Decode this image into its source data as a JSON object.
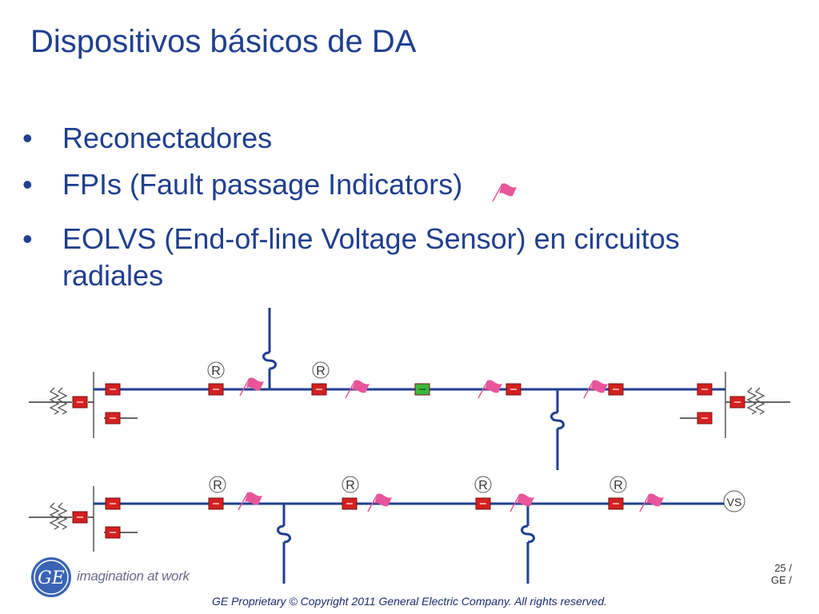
{
  "slide": {
    "title": "Dispositivos básicos de DA",
    "bullets": [
      {
        "marker": "•",
        "text": "Reconectadores"
      },
      {
        "marker": "•",
        "text": "FPIs (Fault passage Indicators)"
      },
      {
        "marker": "•",
        "text": "EOLVS (End-of-line Voltage Sensor) en circuitos radiales"
      }
    ]
  },
  "diagram": {
    "recloser_label": "R",
    "sensor_label": "VS",
    "colors": {
      "line": "#1f3f8f",
      "switch_open": "#d42020",
      "switch_closed": "#3cb83c",
      "flag": "#e8559a",
      "symbol": "#555555"
    }
  },
  "footer": {
    "page_number": "25 /",
    "page_sub": "GE  /",
    "tagline": "imagination at work",
    "copyright": "GE Proprietary © Copyright 2011 General Electric Company. All rights reserved."
  },
  "logo": {
    "icon": "ge-monogram-icon",
    "text": "GE"
  }
}
